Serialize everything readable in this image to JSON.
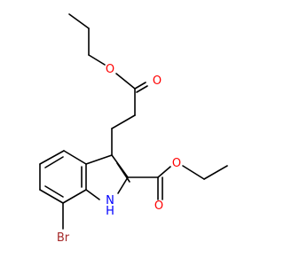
{
  "molecule": {
    "atoms": {
      "ester_top_o_single": "O",
      "ester_top_o_double": "O",
      "ester_right_o_single": "O",
      "ester_right_o_double": "O",
      "nh_n": "N",
      "nh_h": "H",
      "bromine": "Br"
    },
    "colors": {
      "bond": "#000000",
      "oxygen": "#ff0000",
      "nitrogen": "#0000ff",
      "bromine": "#a52a2a"
    }
  }
}
